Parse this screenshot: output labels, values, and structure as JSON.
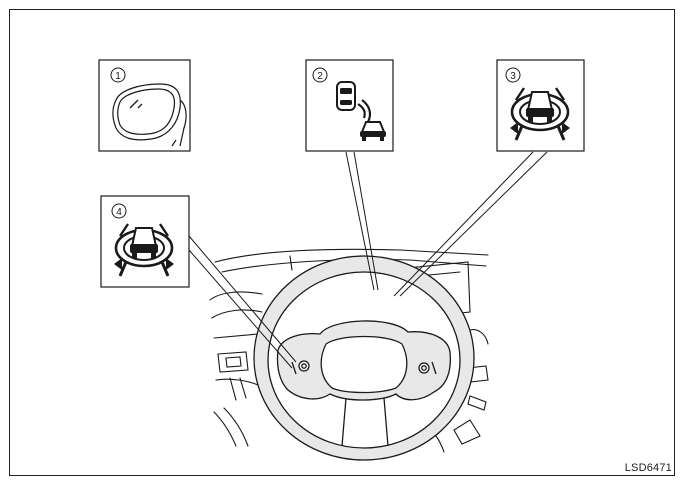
{
  "callouts": [
    {
      "number": "1",
      "icon": "door-mirror-indicator-icon"
    },
    {
      "number": "2",
      "icon": "vehicle-detection-warning-icon"
    },
    {
      "number": "3",
      "icon": "surround-sensor-display-icon"
    },
    {
      "number": "4",
      "icon": "steering-switch-sensor-icon"
    }
  ],
  "reference_code": "LSD6471",
  "colors": {
    "line": "#1a1a1a",
    "wheel_fill": "#e8e8e8",
    "background": "#ffffff"
  }
}
